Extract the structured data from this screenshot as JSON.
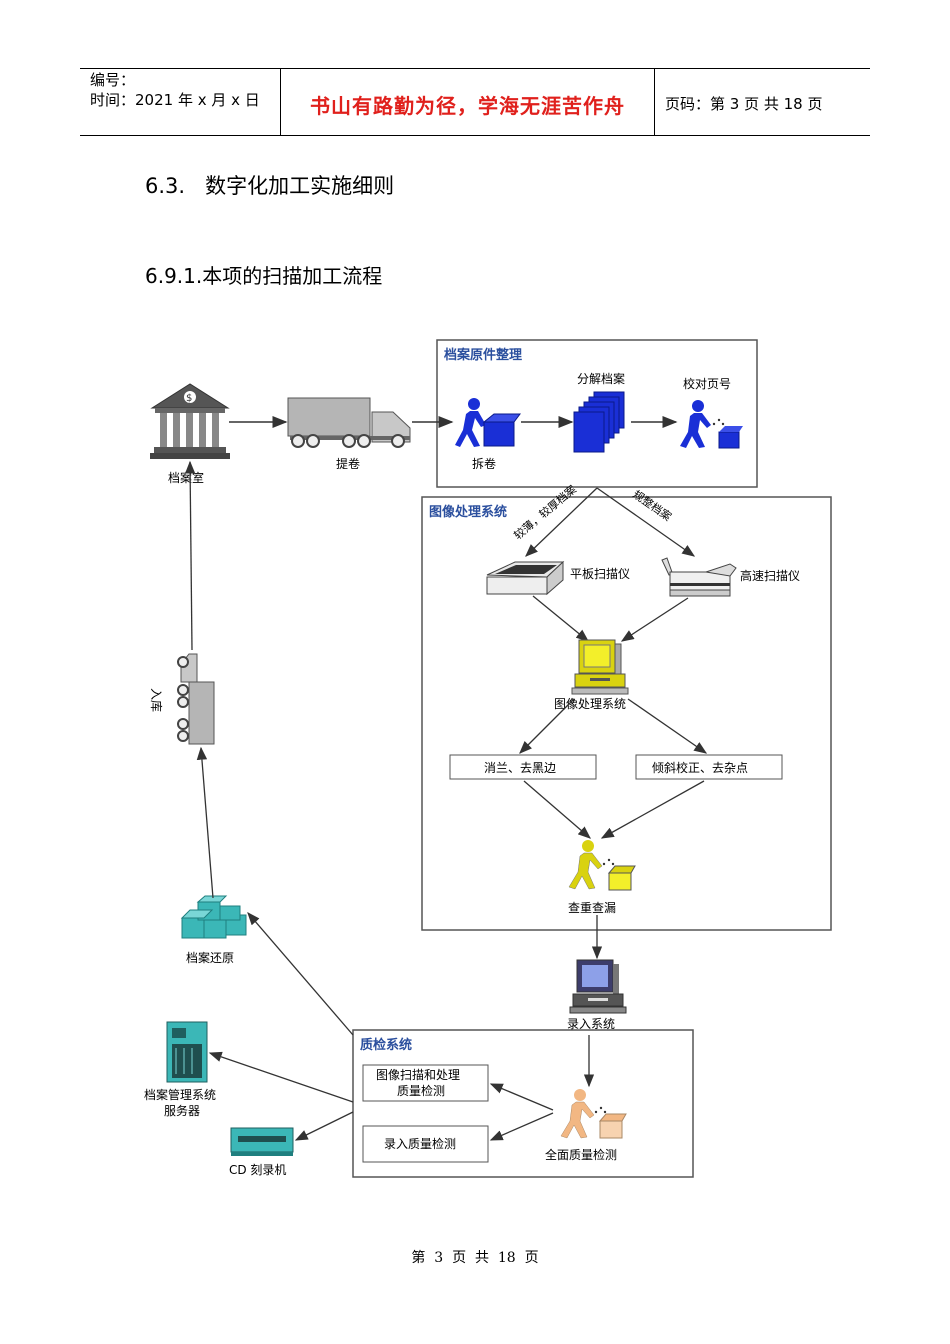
{
  "header": {
    "number_label": "编号：",
    "time_label": "时间：2021 年 x 月 x 日",
    "motto": "书山有路勤为径，学海无涯苦作舟",
    "page_info": "页码：第 3 页  共 18 页"
  },
  "section_title": "6.3.   数字化加工实施细则",
  "subsection_title": "6.9.1.本项的扫描加工流程",
  "diagram": {
    "archive_room": "档案室",
    "pickup": "提卷",
    "return_storage": "入库",
    "box_sort_title": "档案原件整理",
    "unpack": "拆卷",
    "split_files": "分解档案",
    "check_pages": "校对页号",
    "image_sys_title": "图像处理系统",
    "thin_thick": "较薄，较厚档案",
    "regular": "规整档案",
    "flatbed": "平板扫描仪",
    "highspeed": "高速扫描仪",
    "image_proc": "图像处理系统",
    "remove_border": "消兰、去黑边",
    "deskew": "倾斜校正、去杂点",
    "check_missing": "查重查漏",
    "entry_sys": "录入系统",
    "qc_title": "质检系统",
    "qc_scan_line1": "图像扫描和处理",
    "qc_scan_line2": "质量检测",
    "qc_entry": "录入质量检测",
    "full_qc": "全面质量检测",
    "restore": "档案还原",
    "server_line1": "档案管理系统",
    "server_line2": "服务器",
    "cd_burner": "CD 刻录机"
  },
  "footer": "第  3  页  共  18  页"
}
